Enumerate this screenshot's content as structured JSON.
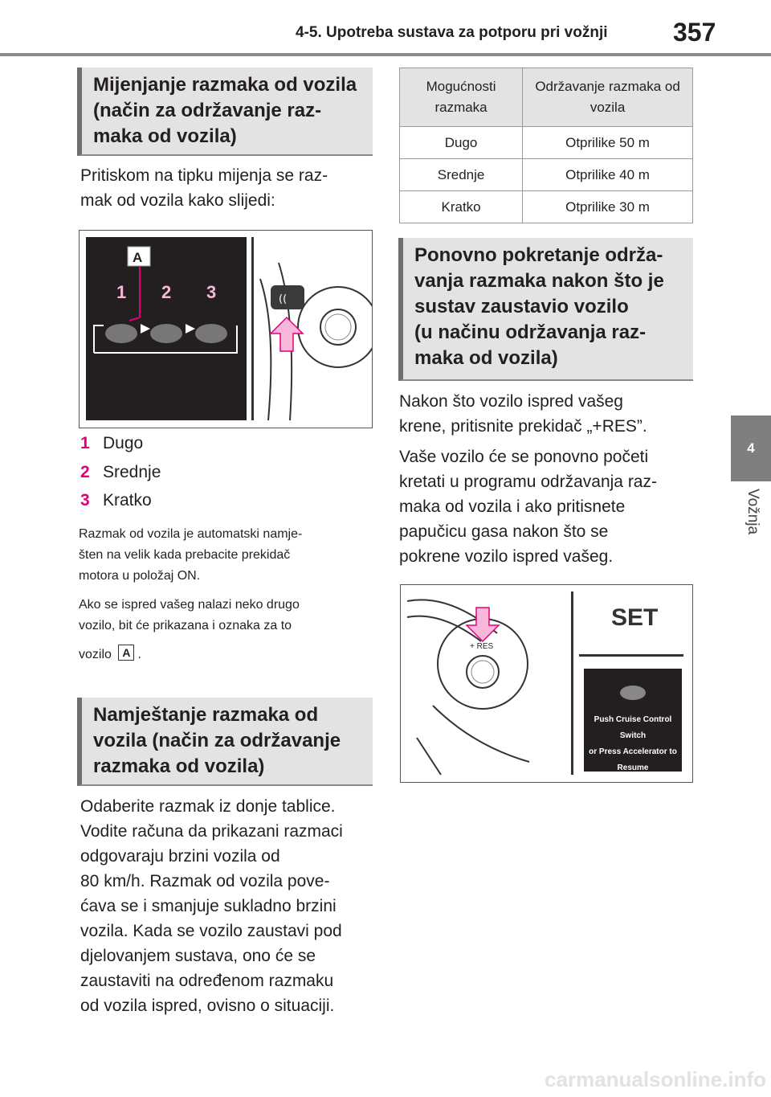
{
  "header": {
    "section": "4-5. Upotreba sustava za potporu pri vožnji",
    "page": "357"
  },
  "side_tab": {
    "number": "4",
    "label": "Vožnja"
  },
  "left": {
    "heading1": [
      "Mijenjanje razmaka od vozila",
      "(način za održavanje raz-",
      "maka od vozila)"
    ],
    "intro": [
      "Pritiskom na tipku mijenja se raz-",
      "mak od vozila kako slijedi:"
    ],
    "figure1": {
      "label_A": "A",
      "nums": [
        "1",
        "2",
        "3"
      ]
    },
    "items": [
      {
        "n": "1",
        "label": "Dugo"
      },
      {
        "n": "2",
        "label": "Srednje"
      },
      {
        "n": "3",
        "label": "Kratko"
      }
    ],
    "note1": [
      "Razmak od vozila je automatski namje-",
      "šten na velik kada prebacite prekidač",
      "motora u položaj ON."
    ],
    "note2": [
      "Ako se ispred vašeg nalazi neko drugo",
      "vozilo, bit će prikazana i oznaka za to"
    ],
    "note2_end": {
      "pre": "vozilo",
      "box": "A",
      "post": "."
    },
    "heading2": [
      "Namještanje razmaka od",
      "vozila (način za održavanje",
      "razmaka od vozila)"
    ],
    "body2": [
      "Odaberite razmak iz donje tablice.",
      "Vodite računa da prikazani razmaci",
      "odgovaraju brzini vozila od",
      "80 km/h. Razmak od vozila pove-",
      "ćava se i smanjuje sukladno brzini",
      "vozila. Kada se vozilo zaustavi pod",
      "djelovanjem sustava, ono će se",
      "zaustaviti na određenom razmaku",
      "od vozila ispred, ovisno o situaciji."
    ]
  },
  "table": {
    "headers": [
      "Mogućnosti razmaka",
      "Održavanje razmaka od vozila"
    ],
    "rows": [
      [
        "Dugo",
        "Otprilike 50 m"
      ],
      [
        "Srednje",
        "Otprilike 40 m"
      ],
      [
        "Kratko",
        "Otprilike 30 m"
      ]
    ]
  },
  "right": {
    "heading3": [
      "Ponovno pokretanje održa-",
      "vanja razmaka nakon što je",
      "sustav zaustavio vozilo",
      "(u načinu održavanja raz-",
      "maka od vozila)"
    ],
    "body3a": [
      "Nakon što vozilo ispred vašeg",
      "krene, pritisnite prekidač „+RES”."
    ],
    "body3b": [
      "Vaše vozilo će se ponovno početi",
      "kretati u programu održavanja raz-",
      "maka od vozila i ako pritisnete",
      "papučicu gasa nakon što se",
      "pokrene vozilo ispred vašeg."
    ],
    "figure2": {
      "button_label": "+ RES",
      "display_title": "SET",
      "display_msg": [
        "Push Cruise Control Switch",
        "or Press Accelerator to",
        "Resume"
      ]
    }
  },
  "watermark": "carmanualsonline.info",
  "colors": {
    "accent": "#e2007a",
    "heading_bg": "#e3e3e4",
    "tab_bg": "#7f7f7f"
  }
}
